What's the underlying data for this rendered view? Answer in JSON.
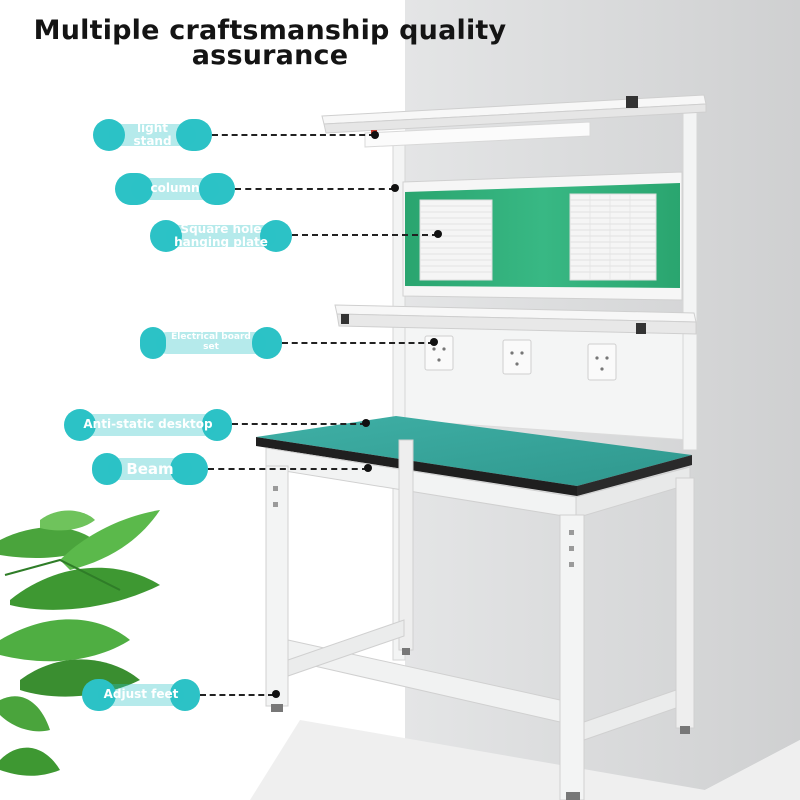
{
  "title": {
    "line1": "Multiple craftsmanship quality",
    "line2": "assurance"
  },
  "callouts": [
    {
      "id": "light-stand",
      "lines": [
        "light",
        "stand"
      ]
    },
    {
      "id": "column",
      "lines": [
        "column"
      ]
    },
    {
      "id": "square-hole-hanging-plate",
      "lines": [
        "Square hole",
        "hanging plate"
      ]
    },
    {
      "id": "electrical-board-set",
      "lines": [
        "Electrical board",
        "set"
      ]
    },
    {
      "id": "anti-static-desktop",
      "lines": [
        "Anti-static desktop"
      ]
    },
    {
      "id": "beam",
      "lines": [
        "Beam"
      ]
    },
    {
      "id": "adjust-feet",
      "lines": [
        "Adjust feet"
      ]
    }
  ],
  "colors": {
    "callout_accent": "#2cc2c6",
    "desktop": "#3aa69c",
    "hanging_plate": "#2fae78",
    "frame": "#f2f3f3",
    "leaves": "#3e9e3a"
  }
}
